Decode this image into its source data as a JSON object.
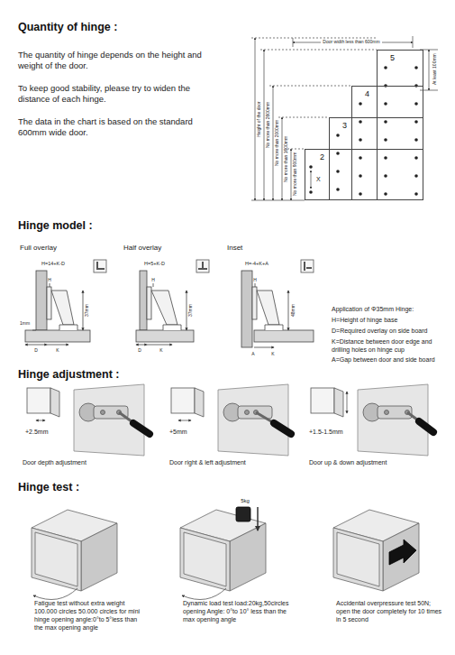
{
  "diagram": {
    "nodes": [
      {
        "text": [
          "5"
        ]
      },
      {
        "text": [
          "4"
        ]
      },
      {
        "text": [
          "3"
        ]
      },
      {
        "text": [
          "2",
          "X"
        ]
      }
    ],
    "labels": [
      "Quantity of hinge :",
      "The quantity of hinge depends on the height and weight of the door.",
      "To keep good stability, please try to widen the distance of each hinge.",
      "The data in the chart is based on the standard 600mm wide door.",
      "Door width less than 600mm",
      "Height of the door",
      "No more than 2600mm",
      "No more than 2000mm",
      "No more than 1600mm",
      "No more than 900mm",
      "At least 100mm",
      "Hinge model :",
      "Full overlay",
      "Half overlay",
      "Inset",
      "H=14+K-D",
      "H=5+K-D",
      "H=-4+K+A",
      "H",
      "1mm",
      "37mm",
      "D",
      "K",
      "H",
      "37mm",
      "D",
      "K",
      "H",
      "48mm",
      "A",
      "K",
      "Application of Φ35mm Hinge:",
      "H=Height of hinge base",
      "D=Required overlay on side board",
      "K=Distance between door edge and drilling holes on hinge cup",
      "A=Gap between door and side board",
      "Hinge adjustment :",
      "+2.5mm",
      "Door depth adjustment",
      "+5mm",
      "Door right & left adjustment",
      "+1.5-1.5mm",
      "Door up & down adjustment",
      "Hinge test :",
      "5kg",
      "Fatigue test without extra weight 100.000 circles 50.000 circles for mini hinge opening angle:0°to 5°less than the max opening angle",
      "Dynamic load test load:20kg,50circles opening Angle: 0°to 10° less than the max opening angle",
      "Accidental overpressure test 50N; open the door completely for 10 times in 5 second"
    ]
  }
}
